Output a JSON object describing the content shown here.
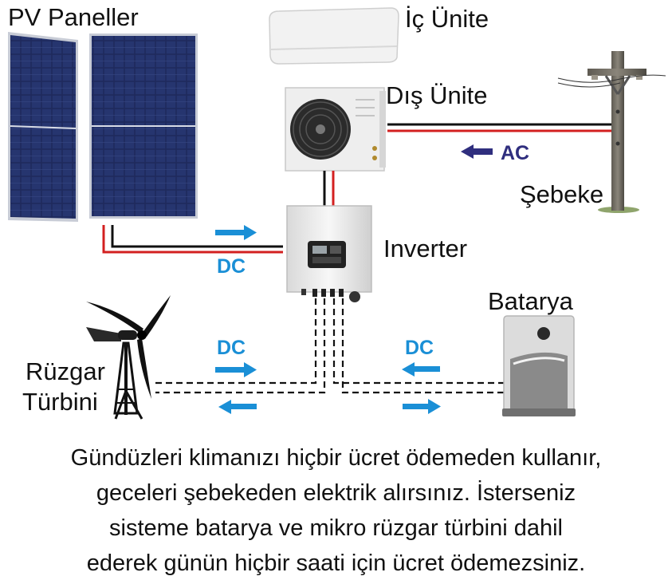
{
  "labels": {
    "pv": "PV Paneller",
    "indoor": "İç Ünite",
    "outdoor": "Dış Ünite",
    "grid": "Şebeke",
    "inverter": "Inverter",
    "battery": "Batarya",
    "turbine_line1": "Rüzgar",
    "turbine_line2": "Türbini"
  },
  "flows": {
    "ac": "AC",
    "dc_pv": "DC",
    "dc_wind": "DC",
    "dc_battery": "DC"
  },
  "caption": [
    "Gündüzleri klimanızı hiçbir ücret ödemeden kullanır,",
    "geceleri şebekeden elektrik alırsınız. İsterseniz",
    "sisteme batarya ve mikro rüzgar türbini dahil",
    "ederek günün hiçbir saati için ücret ödemezsiniz."
  ],
  "colors": {
    "dc_accent": "#1a8fd6",
    "ac_accent": "#2f2e7e",
    "positive_wire": "#d32020",
    "negative_wire": "#111111"
  }
}
